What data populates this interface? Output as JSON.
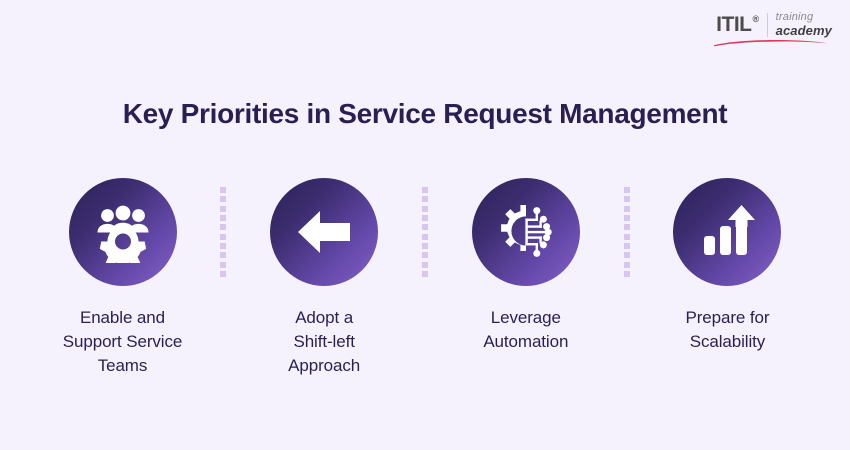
{
  "brand": {
    "name": "ITIL",
    "registered": "®",
    "tagline_top": "training",
    "tagline_bottom": "academy",
    "swoosh_color": "#d63b5e",
    "logo_text_color": "#4c4c4c"
  },
  "page": {
    "title": "Key Priorities in Service Request Management",
    "background_color": "#f6f2fd",
    "title_color": "#2a1f51"
  },
  "theme": {
    "circle_gradient_start": "#2b2258",
    "circle_gradient_end": "#8460c9",
    "icon_color": "#ffffff",
    "dot_color": "#d9c6ee"
  },
  "steps": [
    {
      "icon": "team-gear-icon",
      "label": "Enable and\nSupport Service\nTeams"
    },
    {
      "icon": "arrow-left-icon",
      "label": "Adopt a\nShift-left\nApproach"
    },
    {
      "icon": "gear-circuit-icon",
      "label": "Leverage\nAutomation"
    },
    {
      "icon": "bar-chart-growth-icon",
      "label": "Prepare for\nScalability"
    }
  ],
  "separators": {
    "dot_count": 10
  }
}
